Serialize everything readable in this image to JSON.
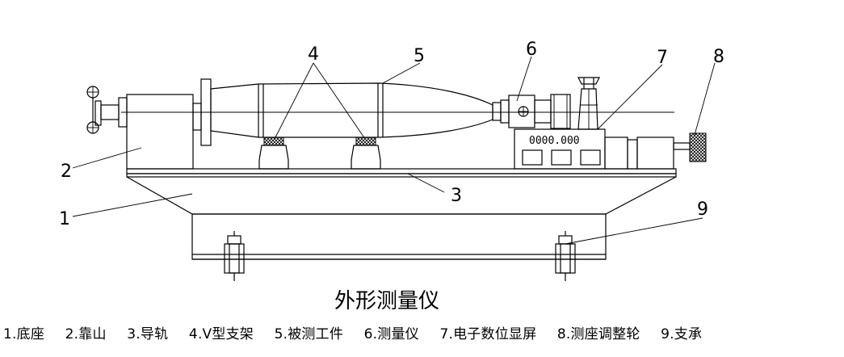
{
  "title": "外形测量仪",
  "display_readout": "0000.000",
  "callouts": [
    "1",
    "2",
    "3",
    "4",
    "5",
    "6",
    "7",
    "8",
    "9"
  ],
  "legend": [
    "1.底座",
    "2.靠山",
    "3.导轨",
    "4.V型支架",
    "5.被测工件",
    "6.测量仪",
    "7.电子数位显屏",
    "8.测座调整轮",
    "9.支承"
  ]
}
